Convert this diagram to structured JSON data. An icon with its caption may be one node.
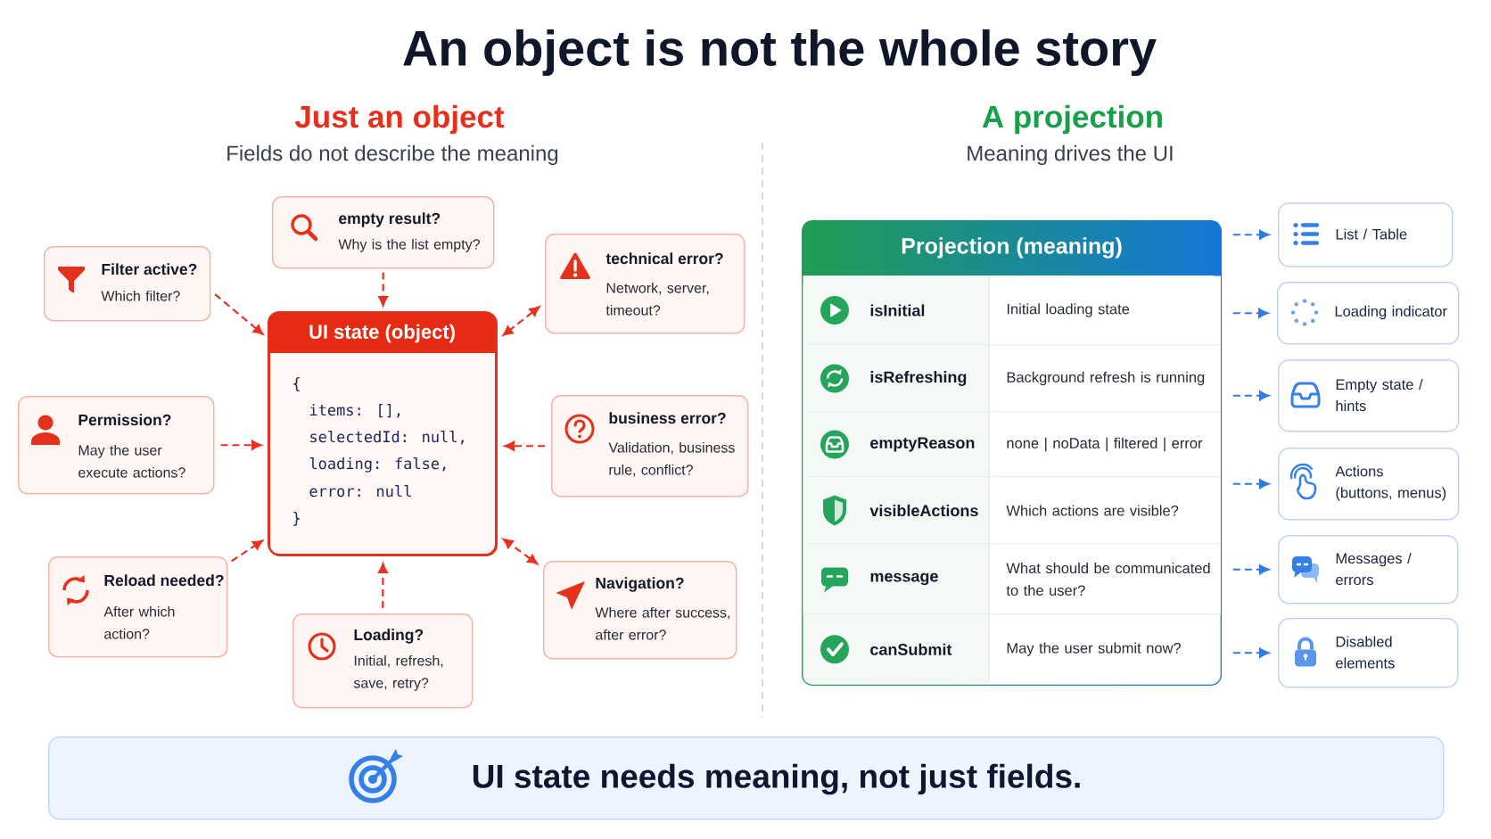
{
  "diagram": {
    "title": "An object is not the whole story",
    "nodes": [
      {
        "text": [
          "empty result?",
          "Why is the list empty?"
        ]
      },
      {
        "text": [
          "Filter active?",
          "Which filter?"
        ]
      },
      {
        "text": [
          "technical error?",
          "Network, server, timeout?"
        ]
      },
      {
        "text": [
          "UI state (object)",
          "{",
          "items: [],",
          "selectedId: null,",
          "loading: false,",
          "error: null",
          "}"
        ]
      },
      {
        "text": [
          "Permission?",
          "May the user execute actions?"
        ]
      },
      {
        "text": [
          "business error?",
          "Validation, business rule, conflict?"
        ]
      },
      {
        "text": [
          "Reload needed?",
          "After which action?"
        ]
      },
      {
        "text": [
          "Navigation?",
          "Where after success, after error?"
        ]
      },
      {
        "text": [
          "Loading?",
          "Initial, refresh, save, retry?"
        ]
      },
      {
        "text": [
          "Projection (meaning)"
        ]
      },
      {
        "text": [
          "isInitial",
          "Initial loading state"
        ],
        "in": 9
      },
      {
        "text": [
          "isRefreshing",
          "Background refresh is running"
        ],
        "in": 9
      },
      {
        "text": [
          "emptyReason",
          "none | noData | filtered | error"
        ],
        "in": 9
      },
      {
        "text": [
          "visibleActions",
          "Which actions are visible?"
        ],
        "in": 9
      },
      {
        "text": [
          "message",
          "What should be communicated to the user?"
        ],
        "in": 9
      },
      {
        "text": [
          "canSubmit",
          "May the user submit now?"
        ],
        "in": 9
      },
      {
        "text": [
          "List / Table"
        ]
      },
      {
        "text": [
          "Loading indicator"
        ]
      },
      {
        "text": [
          "Empty state / hints"
        ]
      },
      {
        "text": [
          "Actions (buttons, menus)"
        ]
      },
      {
        "text": [
          "Messages / errors"
        ]
      },
      {
        "text": [
          "Disabled elements"
        ]
      },
      {
        "text": [
          "UI state needs meaning, not just fields."
        ]
      }
    ],
    "edges": [
      {
        "from": 0,
        "to": 3,
        "arrow": "to",
        "style": "dashed"
      },
      {
        "from": 1,
        "to": 3,
        "arrow": "to",
        "style": "dashed"
      },
      {
        "from": 2,
        "to": 3,
        "arrow": "both",
        "style": "dashed"
      },
      {
        "from": 4,
        "to": 3,
        "arrow": "to",
        "style": "dashed"
      },
      {
        "from": 5,
        "to": 3,
        "arrow": "to",
        "style": "dashed"
      },
      {
        "from": 6,
        "to": 3,
        "arrow": "to",
        "style": "dashed"
      },
      {
        "from": 8,
        "to": 3,
        "arrow": "to",
        "style": "dashed"
      },
      {
        "from": 7,
        "to": 3,
        "arrow": "both",
        "style": "dashed"
      },
      {
        "from": 9,
        "to": 16,
        "arrow": "to",
        "style": "dashed",
        "color": "#2f7ae5"
      },
      {
        "from": 9,
        "to": 17,
        "arrow": "to",
        "style": "dashed",
        "color": "#2f7ae5"
      },
      {
        "from": 9,
        "to": 18,
        "arrow": "to",
        "style": "dashed",
        "color": "#2f7ae5"
      },
      {
        "from": 9,
        "to": 19,
        "arrow": "to",
        "style": "dashed",
        "color": "#2f7ae5"
      },
      {
        "from": 9,
        "to": 20,
        "arrow": "to",
        "style": "dashed",
        "color": "#2f7ae5"
      },
      {
        "from": 9,
        "to": 21,
        "arrow": "to",
        "style": "dashed",
        "color": "#2f7ae5"
      }
    ],
    "labels": [
      "Just an object",
      "Fields do not describe the meaning",
      "A projection",
      "Meaning drives the UI"
    ]
  }
}
